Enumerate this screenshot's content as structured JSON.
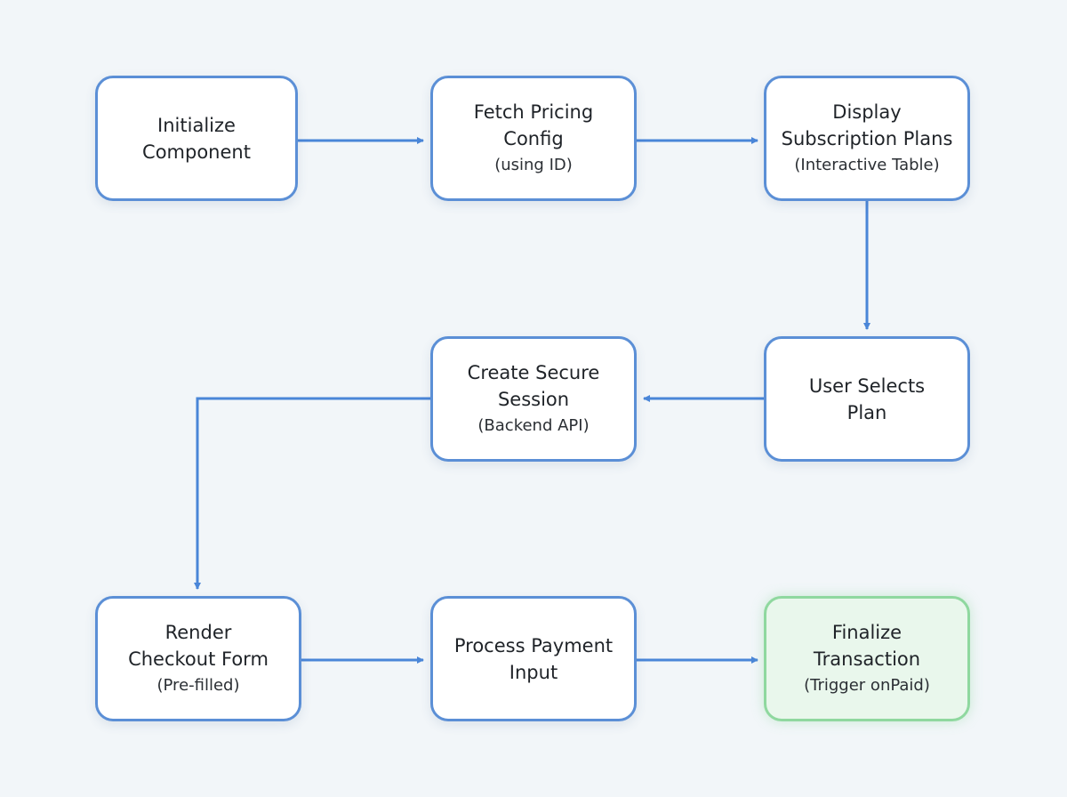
{
  "diagram": {
    "nodes": [
      {
        "id": "initialize-component",
        "title_lines": [
          "Initialize",
          "Component"
        ],
        "subtitle": ""
      },
      {
        "id": "fetch-pricing-config",
        "title_lines": [
          "Fetch Pricing",
          "Config"
        ],
        "subtitle": "(using ID)"
      },
      {
        "id": "display-subscription-plans",
        "title_lines": [
          "Display",
          "Subscription Plans"
        ],
        "subtitle": "(Interactive Table)"
      },
      {
        "id": "user-selects-plan",
        "title_lines": [
          "User Selects",
          "Plan"
        ],
        "subtitle": ""
      },
      {
        "id": "create-secure-session",
        "title_lines": [
          "Create Secure",
          "Session"
        ],
        "subtitle": "(Backend API)"
      },
      {
        "id": "render-checkout-form",
        "title_lines": [
          "Render",
          "Checkout Form"
        ],
        "subtitle": "(Pre-filled)"
      },
      {
        "id": "process-payment-input",
        "title_lines": [
          "Process Payment",
          "Input"
        ],
        "subtitle": ""
      },
      {
        "id": "finalize-transaction",
        "title_lines": [
          "Finalize",
          "Transaction"
        ],
        "subtitle": "(Trigger onPaid)",
        "highlight": "success"
      }
    ],
    "edges": [
      {
        "from": "initialize-component",
        "to": "fetch-pricing-config"
      },
      {
        "from": "fetch-pricing-config",
        "to": "display-subscription-plans"
      },
      {
        "from": "display-subscription-plans",
        "to": "user-selects-plan"
      },
      {
        "from": "user-selects-plan",
        "to": "create-secure-session"
      },
      {
        "from": "create-secure-session",
        "to": "render-checkout-form"
      },
      {
        "from": "render-checkout-form",
        "to": "process-payment-input"
      },
      {
        "from": "process-payment-input",
        "to": "finalize-transaction"
      }
    ],
    "colors": {
      "background": "#f2f6f9",
      "node_border": "#5b8fd6",
      "node_fill": "#ffffff",
      "arrow": "#4a86d8",
      "success_border": "#8fd89f",
      "success_fill": "#e9f7ec"
    }
  }
}
